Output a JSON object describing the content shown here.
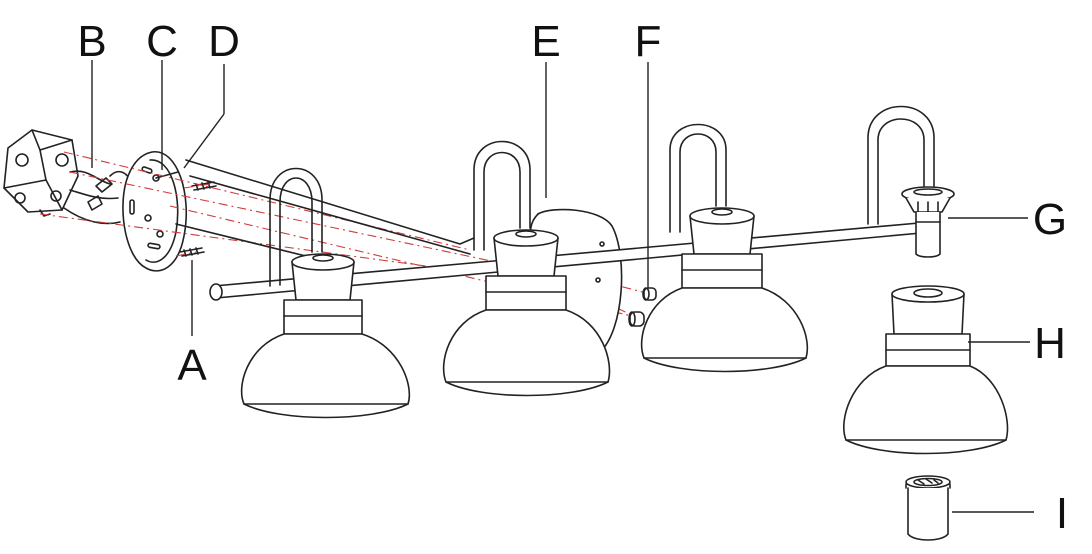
{
  "labels": {
    "a": "A",
    "b": "B",
    "c": "C",
    "d": "D",
    "e": "E",
    "f": "F",
    "g": "G",
    "h": "H",
    "i": "I"
  },
  "colors": {
    "ink": "#222222",
    "guide_lines": "#d23b3b",
    "background": "#ffffff"
  }
}
